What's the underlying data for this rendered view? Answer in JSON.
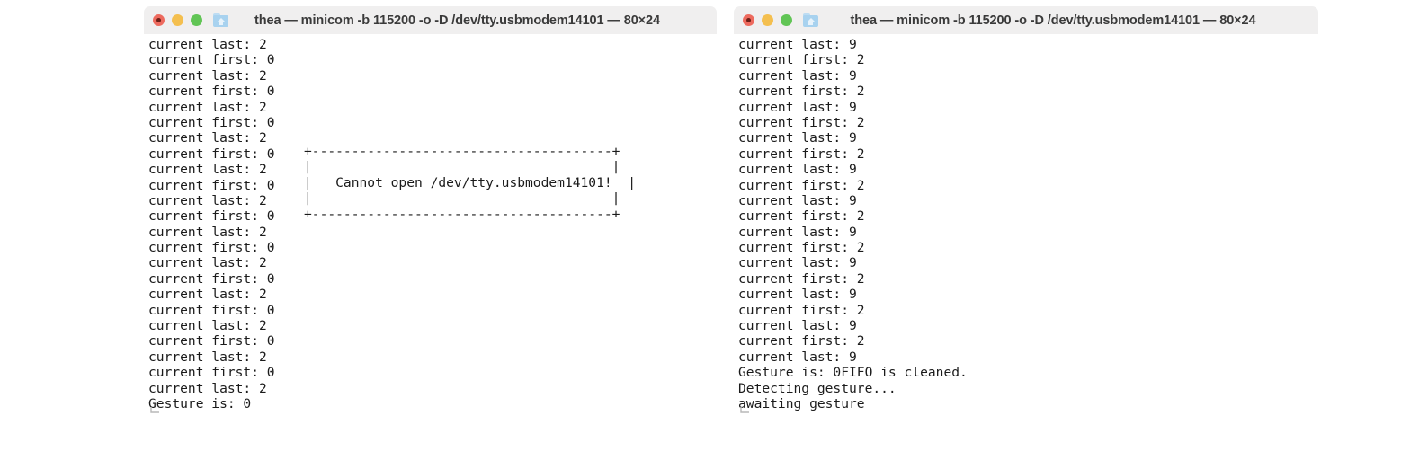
{
  "windows": [
    {
      "id": "left",
      "titlebar": {
        "title": "thea — minicom -b 115200 -o -D /dev/tty.usbmodem14101 — 80×24",
        "close_label": "close",
        "minimize_label": "minimize",
        "maximize_label": "maximize",
        "folder_icon": "home-folder-icon"
      },
      "terminal": {
        "lines": [
          "current last: 2",
          "current first: 0",
          "current last: 2",
          "current first: 0",
          "current last: 2",
          "current first: 0",
          "current last: 2",
          "current first: 0",
          "current last: 2",
          "current first: 0",
          "current last: 2",
          "current first: 0",
          "current last: 2",
          "current first: 0",
          "current last: 2",
          "current first: 0",
          "current last: 2",
          "current first: 0",
          "current last: 2",
          "current first: 0",
          "current last: 2",
          "current first: 0",
          "current last: 2",
          "Gesture is: 0"
        ],
        "dialog": {
          "message": "Cannot open /dev/tty.usbmodem14101!",
          "lines": [
            "+--------------------------------------+",
            "|                                      |",
            "|   Cannot open /dev/tty.usbmodem14101!  |",
            "|                                      |",
            "+--------------------------------------+"
          ]
        }
      }
    },
    {
      "id": "right",
      "titlebar": {
        "title": "thea — minicom -b 115200 -o -D /dev/tty.usbmodem14101 — 80×24",
        "close_label": "close",
        "minimize_label": "minimize",
        "maximize_label": "maximize",
        "folder_icon": "home-folder-icon"
      },
      "terminal": {
        "lines": [
          "current last: 9",
          "current first: 2",
          "current last: 9",
          "current first: 2",
          "current last: 9",
          "current first: 2",
          "current last: 9",
          "current first: 2",
          "current last: 9",
          "current first: 2",
          "current last: 9",
          "current first: 2",
          "current last: 9",
          "current first: 2",
          "current last: 9",
          "current first: 2",
          "current last: 9",
          "current first: 2",
          "current last: 9",
          "current first: 2",
          "current last: 9",
          "Gesture is: 0FIFO is cleaned.",
          "Detecting gesture...",
          "awaiting gesture"
        ],
        "dialog": null
      }
    }
  ],
  "colors": {
    "titlebar_bg": "#f0efef",
    "titlebar_text": "#3a3a3a",
    "terminal_bg": "#ffffff",
    "terminal_text": "#1b1b1b",
    "close_red": "#ed6a5e",
    "minimize_yellow": "#f4bf4f",
    "maximize_green": "#61c555",
    "folder_blue": "#a8d2ef"
  }
}
